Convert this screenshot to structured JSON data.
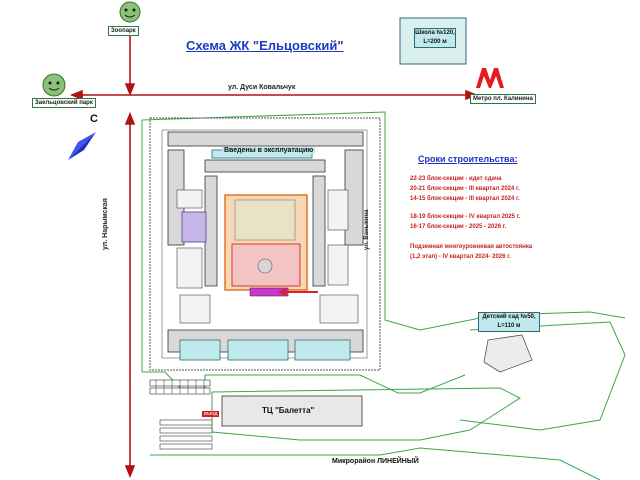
{
  "title": "Схема ЖК \"Ельцовский\"",
  "places": {
    "zoo": "Зоопарк",
    "park": "Заельцовский парк",
    "school": "Школа №120,",
    "school_dist": "L=200 м",
    "metro": "Метро пл. Калинина",
    "metro_symbol": "M",
    "kindergarten": "Детский сад №50,",
    "kindergarten_dist": "L=110 м",
    "mall": "ТЦ \"Балетта\"",
    "district": "Микрорайон ЛИНЕЙНЫЙ",
    "entrance": "въезд",
    "north": "С"
  },
  "roads": {
    "kovalchuk": "ул. Дуси Ковальчук",
    "narymskaya": "ул. Нарымская",
    "vanykina": "ул. Ваныкина"
  },
  "status_label": "Введены в эксплуатацию",
  "legend": {
    "title": "Сроки строительства:",
    "items": [
      {
        "text": "22-23 блок-секции  -  идет сдача",
        "color": "#c81e1e"
      },
      {
        "text": "20-21 блок-секции  -  III квартал 2024 г.",
        "color": "#c81e1e"
      },
      {
        "text": "14-15 блок-секции  -  III квартал 2024 г.",
        "color": "#c81e1e"
      },
      {
        "text": "18-19 блок-секции  -  IV квартал 2025 г.",
        "color": "#c81e1e"
      },
      {
        "text": "16-17 блок-секции  -  2025 - 2026 г.",
        "color": "#c81e1e"
      },
      {
        "text": "Подземная многоуровневая автостоянка",
        "color": "#c81e1e"
      },
      {
        "text": "(1,2 этап) - IV квартал 2024- 2026 г.",
        "color": "#c81e1e"
      }
    ]
  },
  "colors": {
    "legend_title": "#1e2fbf",
    "arrows": "#b01212",
    "title": "#1e3cbf",
    "teal": "#bfe9ea",
    "green_outline": "#2a9a3a"
  },
  "icons": [
    "zoo-mascot-icon",
    "park-mascot-icon",
    "metro-icon",
    "compass-arrow-icon"
  ]
}
